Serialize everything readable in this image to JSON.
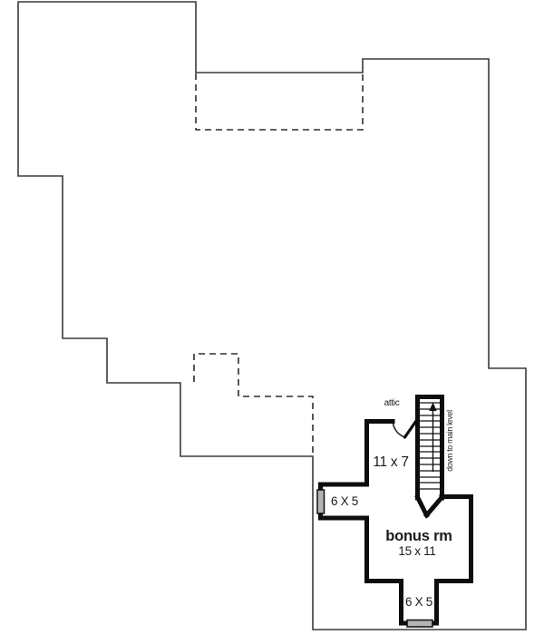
{
  "plan": {
    "attic_label": "attic",
    "stair_note": "down to main level",
    "hall_dim": "11 x 7",
    "closet_left_dim": "6 X 5",
    "bonus_room_name": "bonus rm",
    "bonus_room_dim": "15 x 11",
    "closet_bottom_dim": "6 X 5"
  },
  "colors": {
    "background": "#ffffff",
    "outline": "#3a3a3a",
    "wall": "#0d0d0d",
    "window_fill": "#b3b3b3",
    "text": "#1b1b1b"
  }
}
